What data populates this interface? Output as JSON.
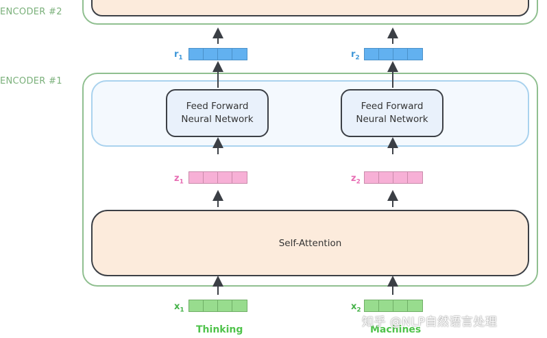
{
  "encoders": {
    "encoder2_label": "ENCODER #2",
    "encoder1_label": "ENCODER #1"
  },
  "feed_forward": {
    "left": {
      "line1": "Feed Forward",
      "line2": "Neural Network"
    },
    "right": {
      "line1": "Feed Forward",
      "line2": "Neural Network"
    }
  },
  "self_attention": {
    "label": "Self-Attention"
  },
  "vectors": {
    "r1": {
      "base": "r",
      "sub": "1"
    },
    "r2": {
      "base": "r",
      "sub": "2"
    },
    "z1": {
      "base": "z",
      "sub": "1"
    },
    "z2": {
      "base": "z",
      "sub": "2"
    },
    "x1": {
      "base": "x",
      "sub": "1"
    },
    "x2": {
      "base": "x",
      "sub": "2"
    }
  },
  "words": {
    "left": "Thinking",
    "right": "Machines"
  },
  "watermark": "知乎 @NLP自然语言处理",
  "colors": {
    "encoder_border": "#8fbf8f",
    "ff_region_border": "#a9d2ee",
    "self_attention_fill": "#fcebdc",
    "r_vector": "#62b1f0",
    "z_vector": "#f7b0d6",
    "x_vector": "#98dc8e",
    "word_color": "#4fc34b"
  }
}
